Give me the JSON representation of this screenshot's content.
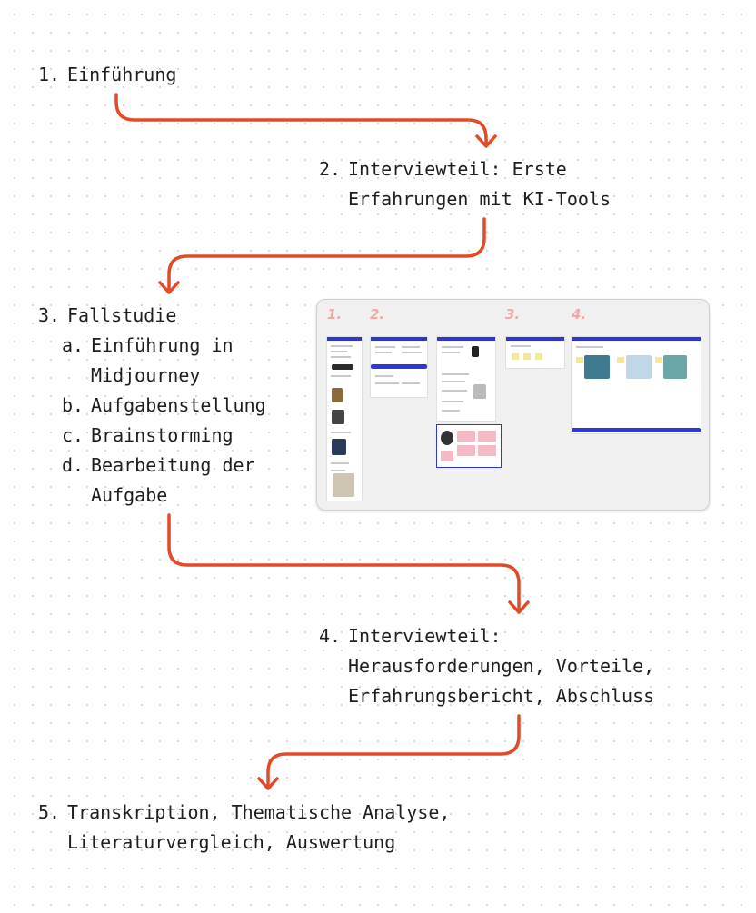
{
  "diagram": {
    "steps": [
      {
        "number": "1.",
        "lines": [
          "Einführung"
        ]
      },
      {
        "number": "2.",
        "lines": [
          "Interviewteil: Erste",
          "Erfahrungen mit KI-Tools"
        ]
      },
      {
        "number": "3.",
        "lines": [
          "Fallstudie"
        ],
        "substeps": [
          {
            "number": "a.",
            "lines": [
              "Einführung in",
              "Midjourney"
            ]
          },
          {
            "number": "b.",
            "lines": [
              "Aufgabenstellung"
            ]
          },
          {
            "number": "c.",
            "lines": [
              "Brainstorming"
            ]
          },
          {
            "number": "d.",
            "lines": [
              "Bearbeitung der",
              "Aufgabe"
            ]
          }
        ]
      },
      {
        "number": "4.",
        "lines": [
          "Interviewteil:",
          "Herausforderungen, Vorteile,",
          "Erfahrungsbericht, Abschluss"
        ]
      },
      {
        "number": "5.",
        "lines": [
          "Transkription, Thematische Analyse,",
          "Literaturvergleich, Auswertung"
        ]
      }
    ],
    "board": {
      "section_labels": [
        "1.",
        "2.",
        "3.",
        "4."
      ]
    },
    "colors": {
      "arrow": "#e24a2a",
      "text": "#1e1e1e",
      "board_numbers": "#f2a7a7",
      "frame_header": "#2d37d6"
    }
  }
}
